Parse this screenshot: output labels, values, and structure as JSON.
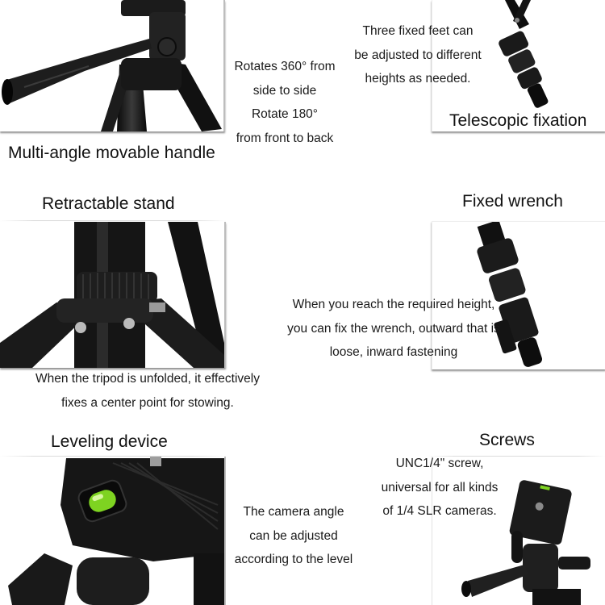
{
  "sections": {
    "handle": {
      "title": "Multi-angle movable handle",
      "desc": [
        "Rotates 360° from",
        "side to side",
        "Rotate 180°",
        "from front to back"
      ],
      "image": "tripod-pan-head-handle-photo"
    },
    "telescopic": {
      "title": "Telescopic fixation",
      "desc": [
        "Three fixed feet can",
        "be adjusted to different",
        "heights as needed."
      ],
      "image": "tripod-leg-telescopic-locks-photo"
    },
    "retractable": {
      "title": "Retractable stand",
      "desc": [
        "When the tripod is unfolded, it effectively",
        "fixes a center point for stowing."
      ],
      "image": "tripod-center-brace-photo"
    },
    "wrench": {
      "title": "Fixed wrench",
      "desc": [
        "When you reach the required height,",
        "you can fix the wrench, outward that is",
        "loose, inward fastening"
      ],
      "image": "tripod-leg-flip-lock-photo"
    },
    "leveling": {
      "title": "Leveling device",
      "desc": [
        "The camera angle",
        "can be adjusted",
        "according to the level"
      ],
      "image": "bubble-level-plate-photo"
    },
    "screws": {
      "title": "Screws",
      "desc": [
        "UNC1/4\" screw,",
        "universal for all kinds",
        "of 1/4 SLR cameras."
      ],
      "image": "tripod-head-quick-release-plate-photo"
    }
  },
  "colors": {
    "background": "#ffffff",
    "text": "#111111",
    "product": "#141414",
    "bubble_level": "#7ed321"
  }
}
